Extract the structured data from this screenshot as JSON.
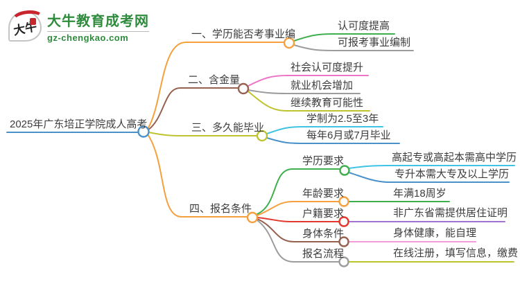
{
  "logo": {
    "icon_text": "大牛",
    "site_name": "大牛教育成考网",
    "site_domain": "gz-chengkao.com"
  },
  "palette": {
    "orange": "#F5A03C",
    "blue": "#4A90C9",
    "brown": "#96604F",
    "olive": "#BFC32E",
    "green": "#3FAE4C",
    "gray": "#9C9C9C",
    "pink": "#EE74C5",
    "light_pink": "#F49AD6",
    "cyan": "#3FC3E4",
    "red": "#E2372C",
    "purple": "#A173D0",
    "text": "#3D3D3D",
    "logo_green": "#2E8B3D",
    "logo_red": "#C9252C"
  },
  "mindmap": {
    "root": {
      "label": "2025年广东培正学院成人高考"
    },
    "branches": [
      {
        "label": "一、学历能否考事业编",
        "children": [
          {
            "label": "认可度提高"
          },
          {
            "label": "可报考事业编制"
          }
        ]
      },
      {
        "label": "二、含金量",
        "children": [
          {
            "label": "社会认可度提升"
          },
          {
            "label": "就业机会增加"
          },
          {
            "label": "继续教育可能性"
          }
        ]
      },
      {
        "label": "三、多久能毕业",
        "children": [
          {
            "label": "学制为2.5至3年"
          },
          {
            "label": "每年6月或7月毕业"
          }
        ]
      },
      {
        "label": "四、报名条件",
        "children": [
          {
            "label": "学历要求",
            "children": [
              {
                "label": "高起专或高起本需高中学历"
              },
              {
                "label": "专升本需大专及以上学历"
              }
            ]
          },
          {
            "label": "年龄要求",
            "children": [
              {
                "label": "年满18周岁"
              }
            ]
          },
          {
            "label": "户籍要求",
            "children": [
              {
                "label": "非广东省需提供居住证明"
              }
            ]
          },
          {
            "label": "身体条件",
            "children": [
              {
                "label": "身体健康，能自理"
              }
            ]
          },
          {
            "label": "报名流程",
            "children": [
              {
                "label": "在线注册，填写信息，缴费"
              }
            ]
          }
        ]
      }
    ]
  }
}
